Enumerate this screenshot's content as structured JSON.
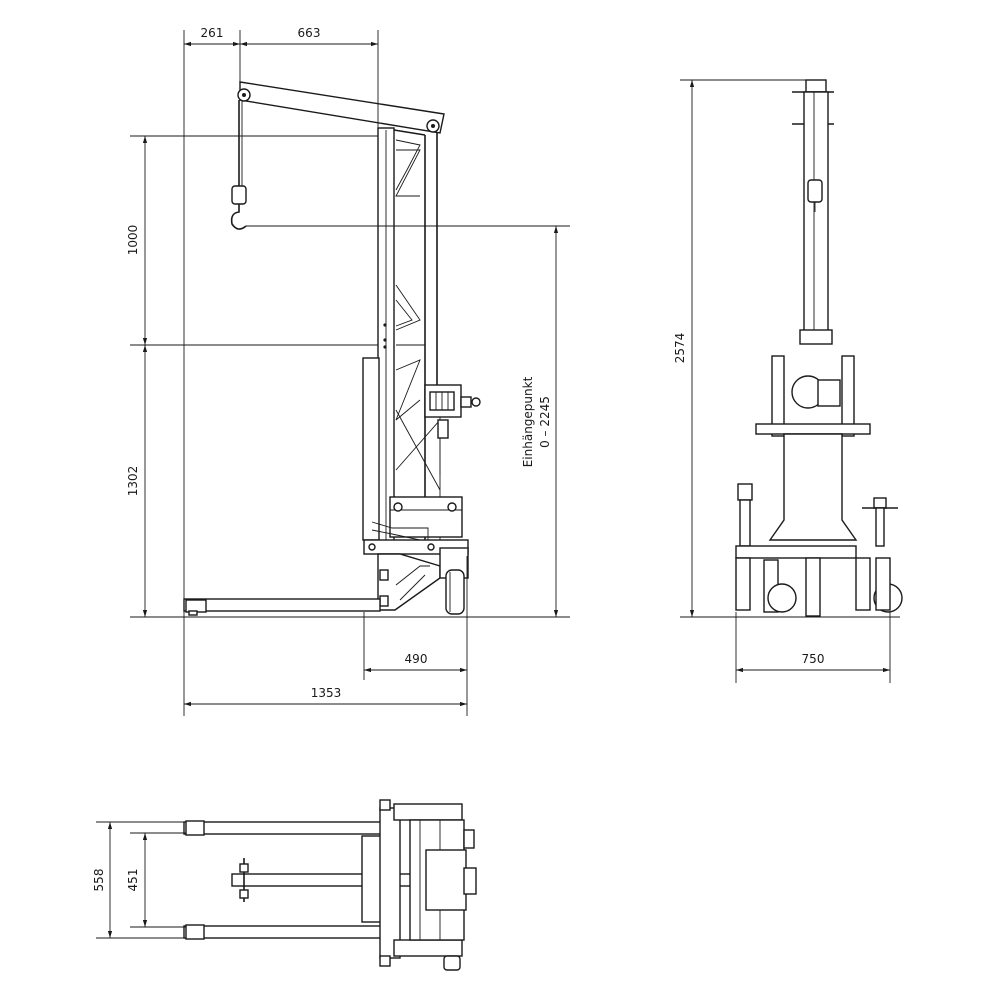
{
  "dimensions": {
    "top_offset": "261",
    "boom_reach": "663",
    "boom_step": "1000",
    "lower_height": "1302",
    "hook_range_label": "Einhängepunkt",
    "hook_range_value": "0 – 2245",
    "base_depth": "490",
    "total_length": "1353",
    "total_height": "2574",
    "width": "750",
    "outer_width": "558",
    "inner_width": "451"
  },
  "colors": {
    "line": "#1a1a1a",
    "background": "#ffffff"
  }
}
